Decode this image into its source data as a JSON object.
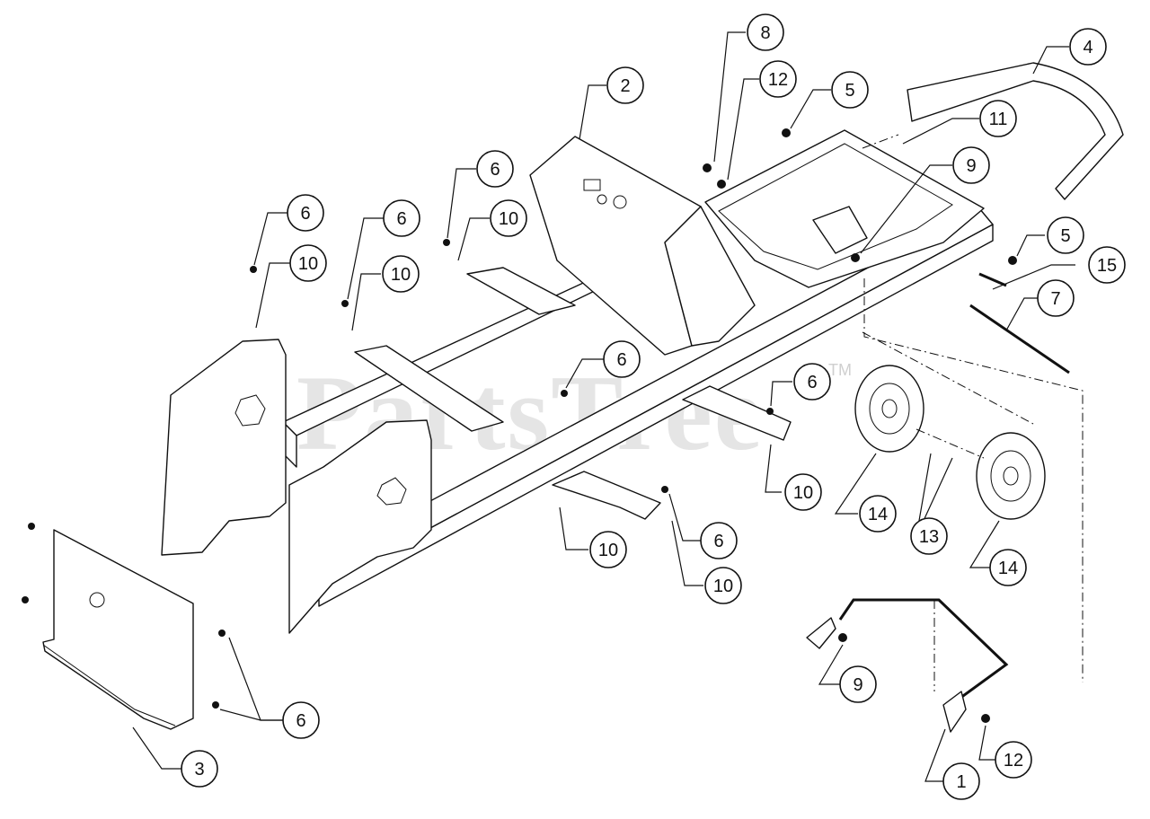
{
  "watermark": {
    "text": "PartsTree",
    "tm": "TM"
  },
  "callouts": [
    {
      "id": "c-8",
      "label": "8"
    },
    {
      "id": "c-12a",
      "label": "12"
    },
    {
      "id": "c-5a",
      "label": "5"
    },
    {
      "id": "c-4",
      "label": "4"
    },
    {
      "id": "c-2",
      "label": "2"
    },
    {
      "id": "c-11",
      "label": "11"
    },
    {
      "id": "c-9a",
      "label": "9"
    },
    {
      "id": "c-6a",
      "label": "6"
    },
    {
      "id": "c-10a",
      "label": "10"
    },
    {
      "id": "c-6b",
      "label": "6"
    },
    {
      "id": "c-10b",
      "label": "10"
    },
    {
      "id": "c-6c",
      "label": "6"
    },
    {
      "id": "c-10c",
      "label": "10"
    },
    {
      "id": "c-5b",
      "label": "5"
    },
    {
      "id": "c-15",
      "label": "15"
    },
    {
      "id": "c-7",
      "label": "7"
    },
    {
      "id": "c-6d",
      "label": "6"
    },
    {
      "id": "c-6e",
      "label": "6"
    },
    {
      "id": "c-10d",
      "label": "10"
    },
    {
      "id": "c-14a",
      "label": "14"
    },
    {
      "id": "c-13",
      "label": "13"
    },
    {
      "id": "c-14b",
      "label": "14"
    },
    {
      "id": "c-10e",
      "label": "10"
    },
    {
      "id": "c-6f",
      "label": "6"
    },
    {
      "id": "c-10f",
      "label": "10"
    },
    {
      "id": "c-9b",
      "label": "9"
    },
    {
      "id": "c-6g",
      "label": "6"
    },
    {
      "id": "c-3",
      "label": "3"
    },
    {
      "id": "c-12b",
      "label": "12"
    },
    {
      "id": "c-1",
      "label": "1"
    }
  ]
}
